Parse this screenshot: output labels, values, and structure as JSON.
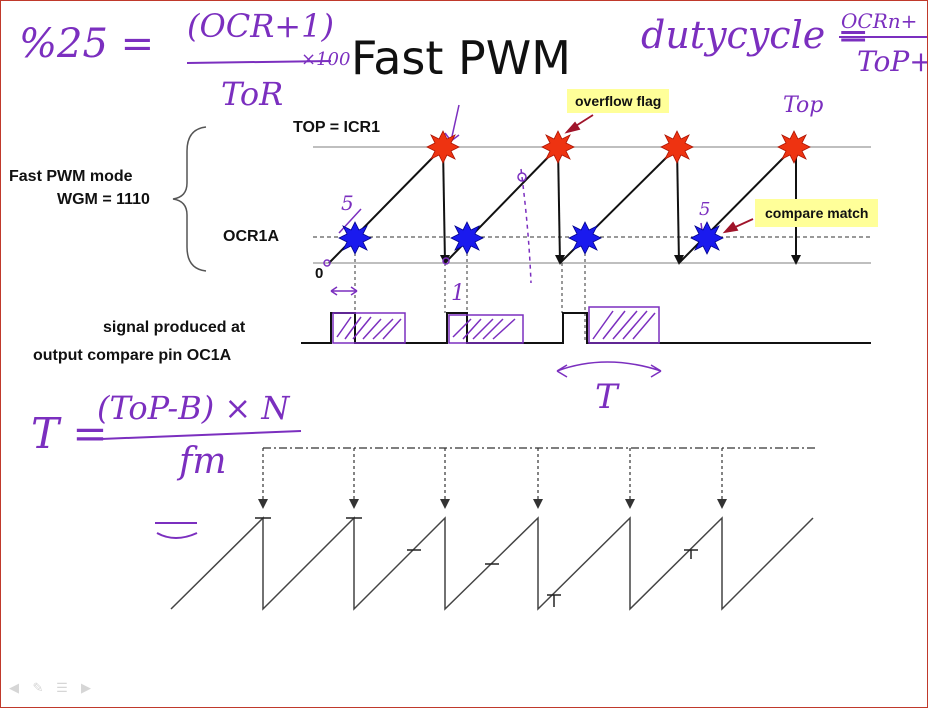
{
  "slide": {
    "title": "Fast PWM",
    "mode_label_line1": "Fast PWM mode",
    "mode_label_line2": "WGM = 1110",
    "top_label": "TOP = ICR1",
    "ocr_label": "OCR1A",
    "zero_label": "0",
    "signal_label_line1": "signal produced at",
    "signal_label_line2": "output compare pin OC1A",
    "callout_overflow": "overflow flag",
    "callout_compare": "compare match"
  },
  "annotations": {
    "duty_top_left": "%25 =",
    "frac_num_left": "(OCR+1)",
    "frac_den_left": "ToR",
    "x100": "×100",
    "duty_right": "dutycycle =",
    "frac_num_right": "OCRn+",
    "frac_den_right": "ToP+",
    "period_T": "T",
    "formula_T": "T =",
    "formula_num": "(ToP-B) × N",
    "formula_den": "fm",
    "top_note": "Top",
    "small_5": "5",
    "small_1": "1"
  },
  "colors": {
    "overflow_star": "#ee3311",
    "compare_star": "#1a1aee",
    "callout_bg": "#ffff99",
    "handwriting": "#7b2fbf",
    "border": "#c0392b"
  },
  "toolbar_icons": [
    "arrow-left-icon",
    "pen-icon",
    "menu-icon",
    "arrow-right-icon"
  ]
}
